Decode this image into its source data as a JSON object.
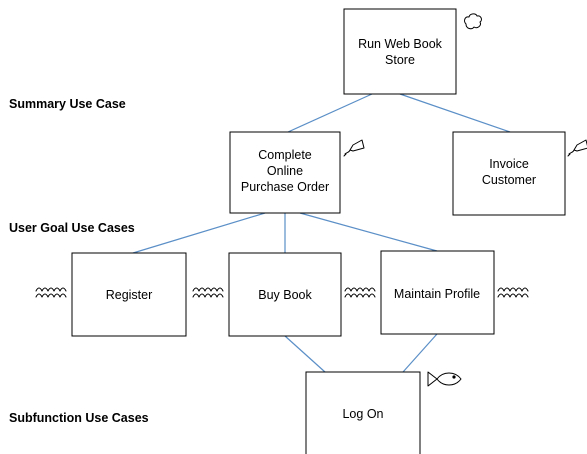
{
  "levels": {
    "summary": "Summary Use Case",
    "user_goal": "User Goal Use Cases",
    "subfunction": "Subfunction Use Cases"
  },
  "use_cases": {
    "run_web_book_store": [
      "Run Web Book",
      "Store"
    ],
    "complete_online_purchase_order": [
      "Complete",
      "Online",
      "Purchase Order"
    ],
    "invoice_customer": [
      "Invoice",
      "Customer"
    ],
    "register": [
      "Register"
    ],
    "buy_book": [
      "Buy Book"
    ],
    "maintain_profile": [
      "Maintain Profile"
    ],
    "log_on": [
      "Log On"
    ]
  },
  "level_icons": {
    "summary": "cloud-icon",
    "summary_kite": "kite-icon",
    "user_goal": "wave-icon",
    "subfunction": "fish-icon"
  },
  "colors": {
    "connector": "#5b8fc7",
    "box_border": "#000000"
  }
}
